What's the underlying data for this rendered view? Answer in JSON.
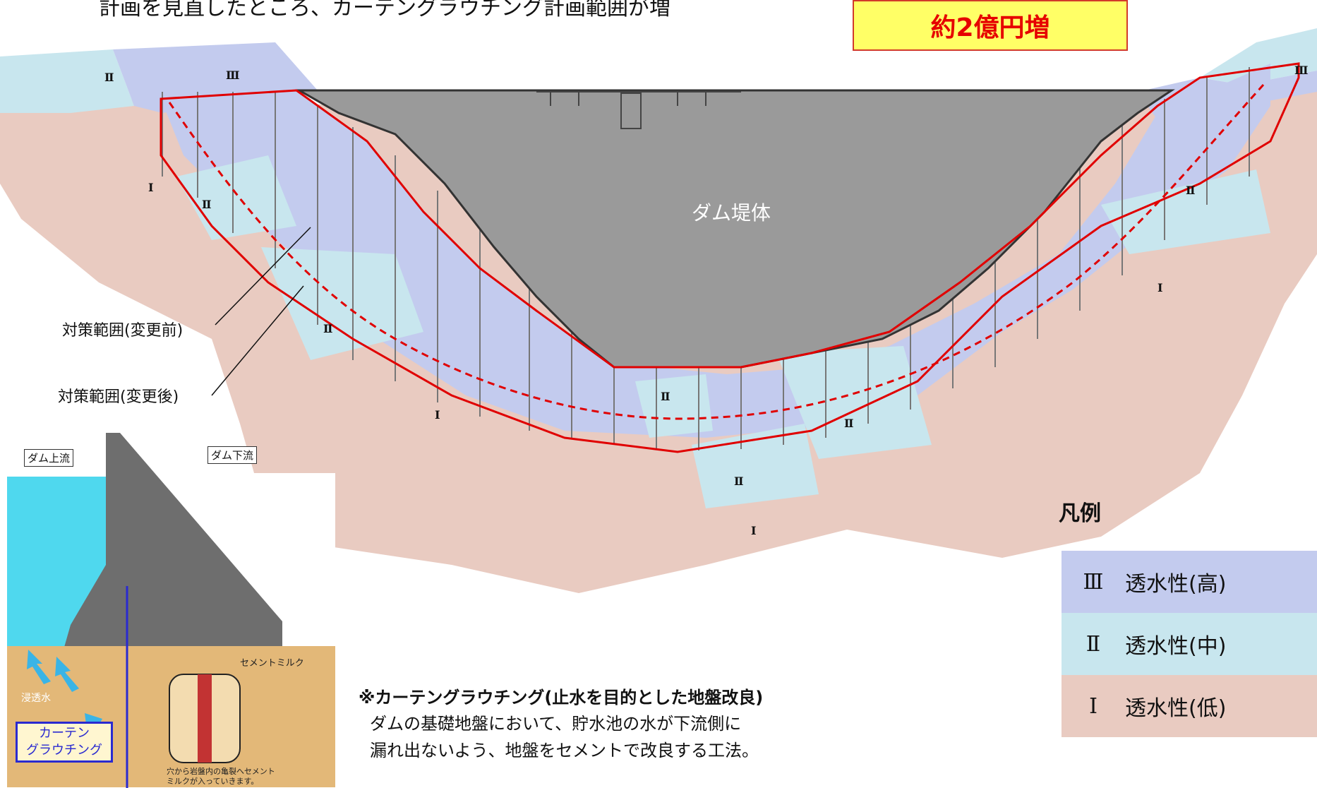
{
  "header": {
    "text": "計画を見直したところ、カーテングラウチング計画範囲が増"
  },
  "cost_badge": {
    "text": "約2億円増"
  },
  "dam": {
    "label": "ダム堤体"
  },
  "zones": {
    "iii": "Ⅲ",
    "ii": "Ⅱ",
    "i": "Ⅰ"
  },
  "callouts": {
    "before": "対策範囲(変更前)",
    "after": "対策範囲(変更後)"
  },
  "legend": {
    "title": "凡例",
    "items": [
      {
        "symbol": "Ⅲ",
        "label": "透水性(高)",
        "color": "#c3cbee"
      },
      {
        "symbol": "Ⅱ",
        "label": "透水性(中)",
        "color": "#c8e6ee"
      },
      {
        "symbol": "Ⅰ",
        "label": "透水性(低)",
        "color": "#e9cbc1"
      }
    ]
  },
  "note": {
    "title": "※カーテングラウチング(止水を目的とした地盤改良)",
    "line1": "ダムの基礎地盤において、貯水池の水が下流側に",
    "line2": "漏れ出ないよう、地盤をセメントで改良する工法。"
  },
  "inset": {
    "upstream": "ダム上流",
    "downstream": "ダム下流",
    "cement_milk": "セメントミルク",
    "seepage": "浸透水",
    "curtain_line1": "カーテン",
    "curtain_line2": "グラウチング",
    "caption_line1": "穴から岩盤内の亀裂へセメント",
    "caption_line2": "ミルクが入っていきます。"
  },
  "colors": {
    "zone_iii": "#c3cbee",
    "zone_ii": "#c8e6ee",
    "zone_i": "#e9cbc1",
    "dam_gray": "#9a9a9a",
    "boundary_red": "#e00000",
    "water": "#4fd8ee",
    "sand": "#e3b878"
  }
}
